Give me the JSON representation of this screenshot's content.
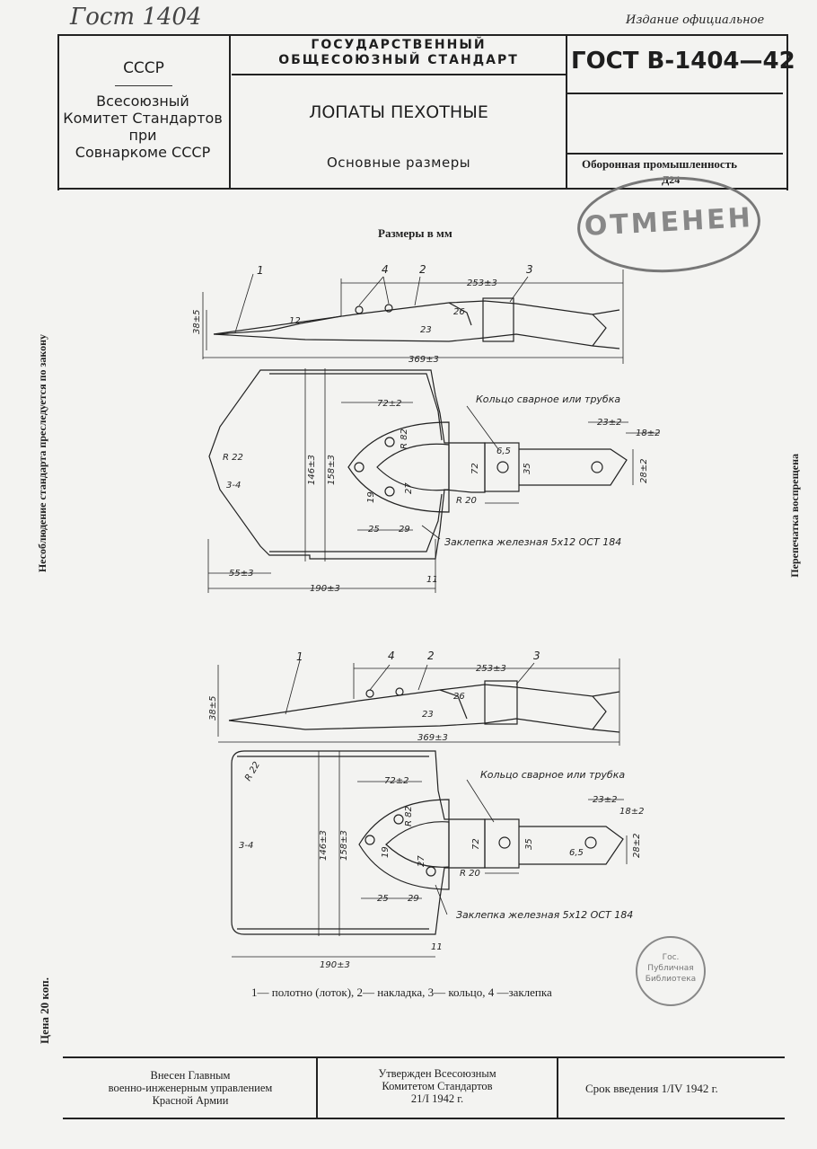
{
  "handwritten_top": "Гост 1404",
  "edition": "Издание официальное",
  "header": {
    "country": "СССР",
    "committee": [
      "Всесоюзный",
      "Комитет Стандартов",
      "при",
      "Совнаркоме СССР"
    ],
    "standard_type": [
      "ГОСУДАРСТВЕННЫЙ",
      "ОБЩЕСОЮЗНЫЙ СТАНДАРТ"
    ],
    "title": "ЛОПАТЫ ПЕХОТНЫЕ",
    "subtitle": "Основные размеры",
    "code": "ГОСТ В-1404—42",
    "industry": "Оборонная промышленность",
    "group": "Д24"
  },
  "stamp_cancelled": "ОТМЕНЕН",
  "units_note": "Размеры в мм",
  "side_left": "Несоблюдение стандарта преследуется по закону",
  "side_right": "Перепечатка воспрещена",
  "price": "Цена 20 коп.",
  "library_stamp": [
    "Гос.",
    "Публичная",
    "Библиотека"
  ],
  "drawing": {
    "view1_dims": [
      "253±3",
      "369±3",
      "38±5",
      "12",
      "23",
      "26"
    ],
    "view2_dims": [
      "72±2",
      "23±2",
      "18±2",
      "146±3",
      "158±3",
      "R 22",
      "3-4",
      "R 82",
      "R 20",
      "25",
      "29",
      "27",
      "19",
      "72",
      "35",
      "55±3",
      "190±3",
      "11",
      "28±2",
      "6,5"
    ],
    "callouts": [
      "1",
      "2",
      "3",
      "4"
    ],
    "ring_note": "Кольцо сварное или трубка",
    "rivet_note": "Заклепка железная 5х12 ОСТ 184"
  },
  "legend": "1— полотно (лоток), 2— накладка, 3— кольцо, 4 —заклепка",
  "footer": {
    "submitted": [
      "Внесен Главным",
      "военно-инженерным управлением",
      "Красной Армии"
    ],
    "approved": [
      "Утвержден Всесоюзным",
      "Комитетом Стандартов",
      "21/I 1942 г."
    ],
    "effective": "Срок введения 1/IV 1942 г."
  },
  "colors": {
    "paper": "#f3f3f1",
    "ink": "#1e1e1e",
    "pencil": "#555555"
  }
}
